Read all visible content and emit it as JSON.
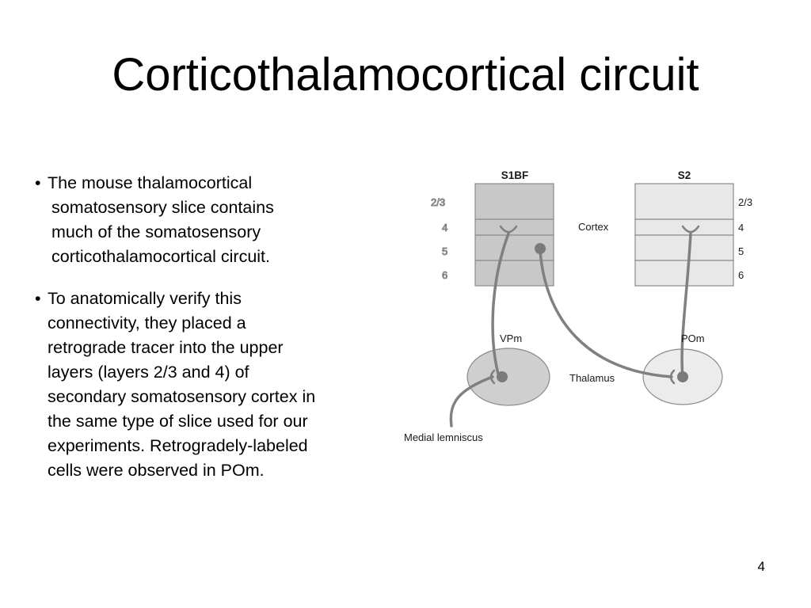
{
  "slide": {
    "title": "Corticothalamocortical circuit",
    "page_number": "4"
  },
  "bullets": [
    {
      "lines": [
        "The mouse thalamocortical",
        "somatosensory slice contains",
        "much of the somatosensory",
        "corticothalamocortical circuit."
      ]
    },
    {
      "lines": [
        "To anatomically verify this",
        "connectivity, they placed a",
        "retrograde tracer into the upper",
        "layers (layers 2/3 and 4) of",
        "secondary somatosensory cortex in",
        "the same type of slice used for our",
        "experiments. Retrogradely-labeled",
        "cells were observed in POm."
      ]
    }
  ],
  "diagram": {
    "areas": {
      "s1bf": "S1BF",
      "s2": "S2"
    },
    "layers_left": [
      "2/3",
      "4",
      "5",
      "6"
    ],
    "layers_right": [
      "2/3",
      "4",
      "5",
      "6"
    ],
    "labels": {
      "cortex": "Cortex",
      "thalamus": "Thalamus",
      "vpm": "VPm",
      "pom": "POm",
      "medial_lemniscus": "Medial lemniscus"
    },
    "colors": {
      "s1bf_fill": "#c8c8c8",
      "s2_fill": "#e8e8e8",
      "vpm_fill": "#cfcfcf",
      "pom_fill": "#ececec",
      "stroke": "#8a8a8a",
      "fiber": "#808080",
      "cell": "#7a7a7a"
    }
  }
}
